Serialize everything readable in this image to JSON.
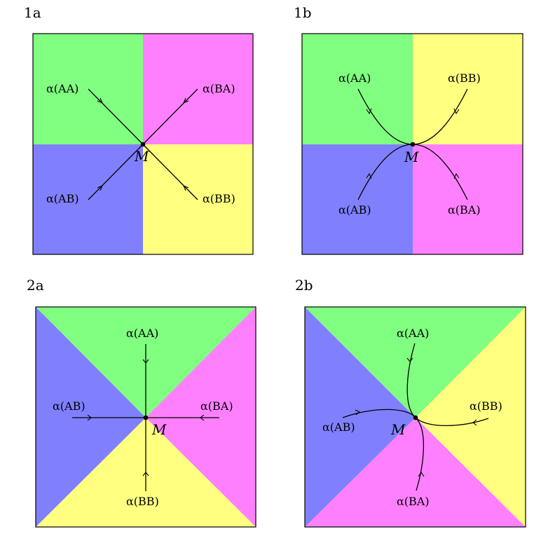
{
  "colors": {
    "green": "#80ff80",
    "magenta": "#ff80ff",
    "blue": "#8080ff",
    "yellow": "#ffff80"
  },
  "panels": [
    {
      "id": "1a",
      "label": "1a",
      "point_label": "M",
      "regions": [
        "green",
        "magenta",
        "blue",
        "yellow"
      ],
      "branches": [
        {
          "label": "α(AA)"
        },
        {
          "label": "α(BA)"
        },
        {
          "label": "α(AB)"
        },
        {
          "label": "α(BB)"
        }
      ]
    },
    {
      "id": "1b",
      "label": "1b",
      "point_label": "M",
      "regions": [
        "green",
        "yellow",
        "blue",
        "magenta"
      ],
      "branches": [
        {
          "label": "α(AA)"
        },
        {
          "label": "α(BB)"
        },
        {
          "label": "α(AB)"
        },
        {
          "label": "α(BA)"
        }
      ]
    },
    {
      "id": "2a",
      "label": "2a",
      "point_label": "M",
      "regions": [
        "green",
        "magenta",
        "yellow",
        "blue"
      ],
      "branches": [
        {
          "label": "α(AA)"
        },
        {
          "label": "α(AB)"
        },
        {
          "label": "α(BA)"
        },
        {
          "label": "α(BB)"
        }
      ]
    },
    {
      "id": "2b",
      "label": "2b",
      "point_label": "M",
      "regions": [
        "green",
        "yellow",
        "magenta",
        "blue"
      ],
      "branches": [
        {
          "label": "α(AA)"
        },
        {
          "label": "α(BB)"
        },
        {
          "label": "α(AB)"
        },
        {
          "label": "α(BA)"
        }
      ]
    }
  ]
}
